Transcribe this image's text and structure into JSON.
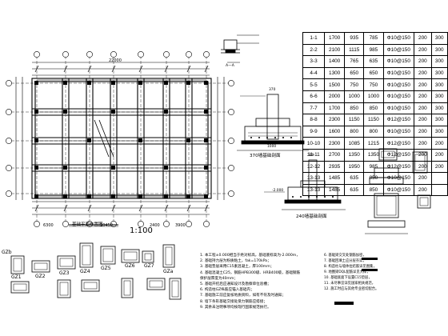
{
  "plan": {
    "title": "基础平面布置图",
    "scale": "1:100",
    "top_dim": "22000",
    "bottom_dims": [
      "6300",
      "10450",
      "2400",
      "3900"
    ]
  },
  "column_tags": [
    "GZ1",
    "GZ2",
    "GZ3",
    "GZ4",
    "GZ5",
    "GZ6",
    "GZ7",
    "GZa",
    "GZb"
  ],
  "sections": {
    "aa": "A—A",
    "s370": "370墙基础剖面",
    "s240": "240墙基础剖面",
    "elev": "-2.000",
    "dim_1000": "1000",
    "dim_370": "370",
    "dim_240": "240"
  },
  "schedule": {
    "rows": [
      [
        "1-1",
        "1700",
        "935",
        "785",
        "Ф10@150",
        "200",
        "300"
      ],
      [
        "2-2",
        "2100",
        "1115",
        "985",
        "Ф10@150",
        "200",
        "300"
      ],
      [
        "3-3",
        "1400",
        "765",
        "635",
        "Ф10@150",
        "200",
        "300"
      ],
      [
        "4-4",
        "1300",
        "650",
        "650",
        "Ф10@150",
        "200",
        "300"
      ],
      [
        "5-5",
        "1500",
        "750",
        "750",
        "Ф10@150",
        "200",
        "300"
      ],
      [
        "6-6",
        "2000",
        "1000",
        "1000",
        "Ф10@150",
        "200",
        "300"
      ],
      [
        "7-7",
        "1700",
        "850",
        "850",
        "Ф10@150",
        "200",
        "300"
      ],
      [
        "8-8",
        "2300",
        "1150",
        "1150",
        "Ф12@150",
        "200",
        "300"
      ],
      [
        "9-9",
        "1600",
        "800",
        "800",
        "Ф10@150",
        "200",
        "300"
      ],
      [
        "10-10",
        "2300",
        "1085",
        "1215",
        "Ф12@150",
        "200",
        "200"
      ],
      [
        "11-11",
        "2700",
        "1350",
        "1350",
        "Ф12@150",
        "200",
        "200"
      ],
      [
        "12-12",
        "2935",
        "1950",
        "985",
        "Ф12@150",
        "200",
        "200"
      ],
      [
        "13-13",
        "1485",
        "635",
        "850",
        "Ф10@150",
        "200",
        ""
      ],
      [
        "13-13",
        "1485",
        "635",
        "850",
        "Ф10@150",
        "200",
        ""
      ]
    ]
  },
  "notes": {
    "left": [
      "1. 本工程±0.000相当于绝对标高，基础底标高为-2.000m，",
      "2. 基础持力层为粉质粘土，fak=170kPa；",
      "3. 基础垫层采用C15素混凝土，厚100mm；",
      "4. 基础混凝土C25，钢筋HPB300级、HRB400级，基础钢筋",
      "保护层厚度为40mm；",
      "5. 基础开挖后应通知设计及勘察单位验槽；",
      "6. 构造柱GZ纵筋应锚入基础内；",
      "7. 基础施工前应复核地质资料，如有不符及时通知；",
      "8. 墙下条形基础交接处受力钢筋应搭接；",
      "9. 其余未注明事项均按现行国家规范执行。"
    ],
    "right": [
      "6. 基础梁交叉处钢筋加密，",
      "7. 基础回填土应分层夯实，",
      "8. 构造柱与墙体拉结筋详见图集，",
      "9. 地圈梁DQL配筋详见大样，",
      "10. 基础底面下设置C15垫层，",
      "11. 未尽事宜详见国家相关规范，",
      "12. 施工时应与其他专业密切配合。"
    ]
  }
}
